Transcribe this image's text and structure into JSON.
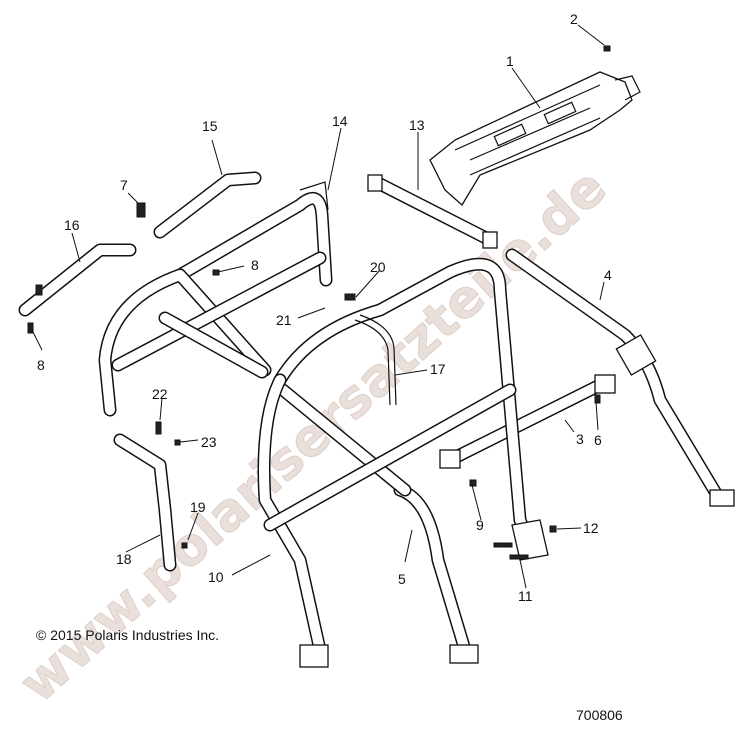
{
  "diagram": {
    "callouts": [
      "1",
      "2",
      "3",
      "4",
      "5",
      "6",
      "7",
      "8",
      "8",
      "9",
      "10",
      "11",
      "12",
      "13",
      "14",
      "15",
      "16",
      "17",
      "18",
      "19",
      "20",
      "21",
      "22",
      "23"
    ],
    "copyright": "© 2015 Polaris Industries Inc.",
    "figure_number": "700806",
    "watermark": "www.polarisersatzteile.de"
  }
}
